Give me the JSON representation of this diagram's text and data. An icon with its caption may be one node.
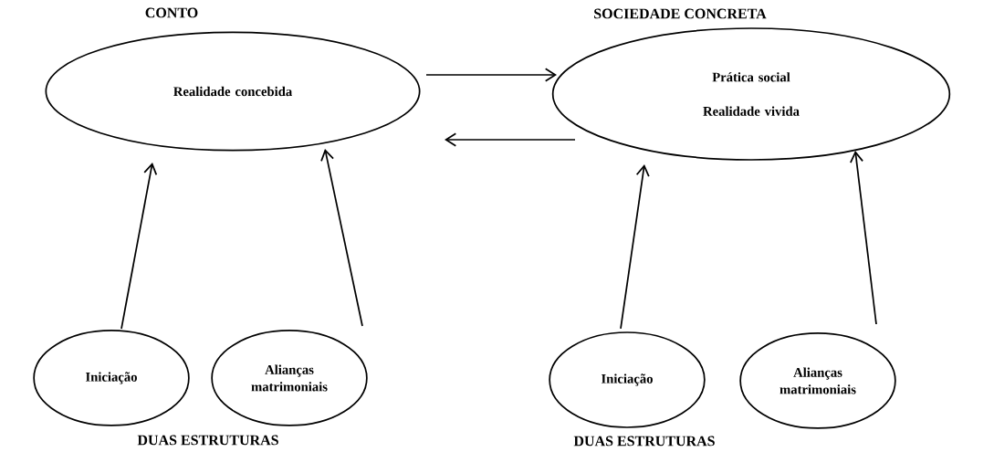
{
  "diagram": {
    "nodes": [
      {
        "text": [
          "CONTO",
          "Realidade concebida"
        ]
      },
      {
        "text": [
          "SOCIEDADE CONCRETA",
          "Prática social",
          "Realidade vivida"
        ]
      },
      {
        "text": [
          "Iniciação"
        ]
      },
      {
        "text": [
          "Alianças matrimoniais"
        ]
      },
      {
        "text": [
          "Iniciação"
        ]
      },
      {
        "text": [
          "Alianças matrimoniais"
        ]
      }
    ],
    "edges": [
      {
        "from": 0,
        "to": 1,
        "arrow": "to"
      },
      {
        "from": 1,
        "to": 0,
        "arrow": "to"
      },
      {
        "from": 2,
        "to": 0,
        "arrow": "to"
      },
      {
        "from": 3,
        "to": 0,
        "arrow": "to"
      },
      {
        "from": 4,
        "to": 1,
        "arrow": "to"
      },
      {
        "from": 5,
        "to": 1,
        "arrow": "to"
      }
    ],
    "labels": [
      "DUAS ESTRUTURAS",
      "DUAS ESTRUTURAS"
    ]
  }
}
